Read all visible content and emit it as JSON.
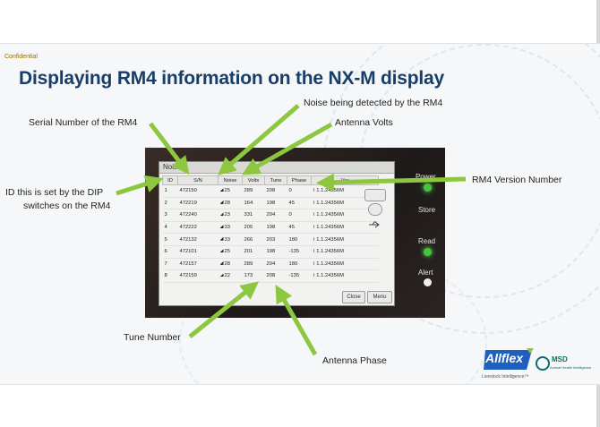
{
  "header": {
    "confidential": "Confidential",
    "title": "Displaying RM4 information on the NX-M display"
  },
  "callouts": {
    "noise": "Noise being detected by the RM4",
    "antenna_volts": "Antenna Volts",
    "serial": "Serial Number of the RM4",
    "version": "RM4 Version Number",
    "id_line1": "ID this is set by the DIP",
    "id_line2": "switches on the RM4",
    "tune": "Tune Number",
    "phase": "Antenna Phase"
  },
  "device": {
    "tab_title": "Noise",
    "columns": [
      "ID",
      "S/N",
      "Noise",
      "Volts",
      "Tune",
      "Phase",
      "Ver"
    ],
    "rows": [
      [
        "1",
        "472150",
        "25",
        "289",
        "208",
        "0",
        "1.1.24356M"
      ],
      [
        "2",
        "472219",
        "28",
        "164",
        "198",
        "45",
        "1.1.24356M"
      ],
      [
        "3",
        "472240",
        "23",
        "331",
        "204",
        "0",
        "1.1.24356M"
      ],
      [
        "4",
        "472222",
        "33",
        "205",
        "198",
        "45",
        "1.1.24356M"
      ],
      [
        "5",
        "472132",
        "33",
        "266",
        "203",
        "180",
        "1.1.24356M"
      ],
      [
        "6",
        "472101",
        "25",
        "201",
        "198",
        "-135",
        "1.1.24356M"
      ],
      [
        "7",
        "472157",
        "28",
        "289",
        "204",
        "180",
        "1.1.24356M"
      ],
      [
        "8",
        "472159",
        "22",
        "173",
        "208",
        "-135",
        "1.1.24356M"
      ]
    ],
    "buttons": {
      "close": "Close",
      "menu": "Menu"
    },
    "side_labels": {
      "power": "Power",
      "store": "Store",
      "read": "Read",
      "alert": "Alert"
    }
  },
  "logos": {
    "allflex": "Allflex",
    "allflex_tagline": "Livestock Intelligence™",
    "msd": "MSD",
    "msd_tagline": "Animal Health Intelligence"
  },
  "colors": {
    "title": "#173e6b",
    "arrow": "#8dc63f",
    "led": "#3ec83a"
  }
}
